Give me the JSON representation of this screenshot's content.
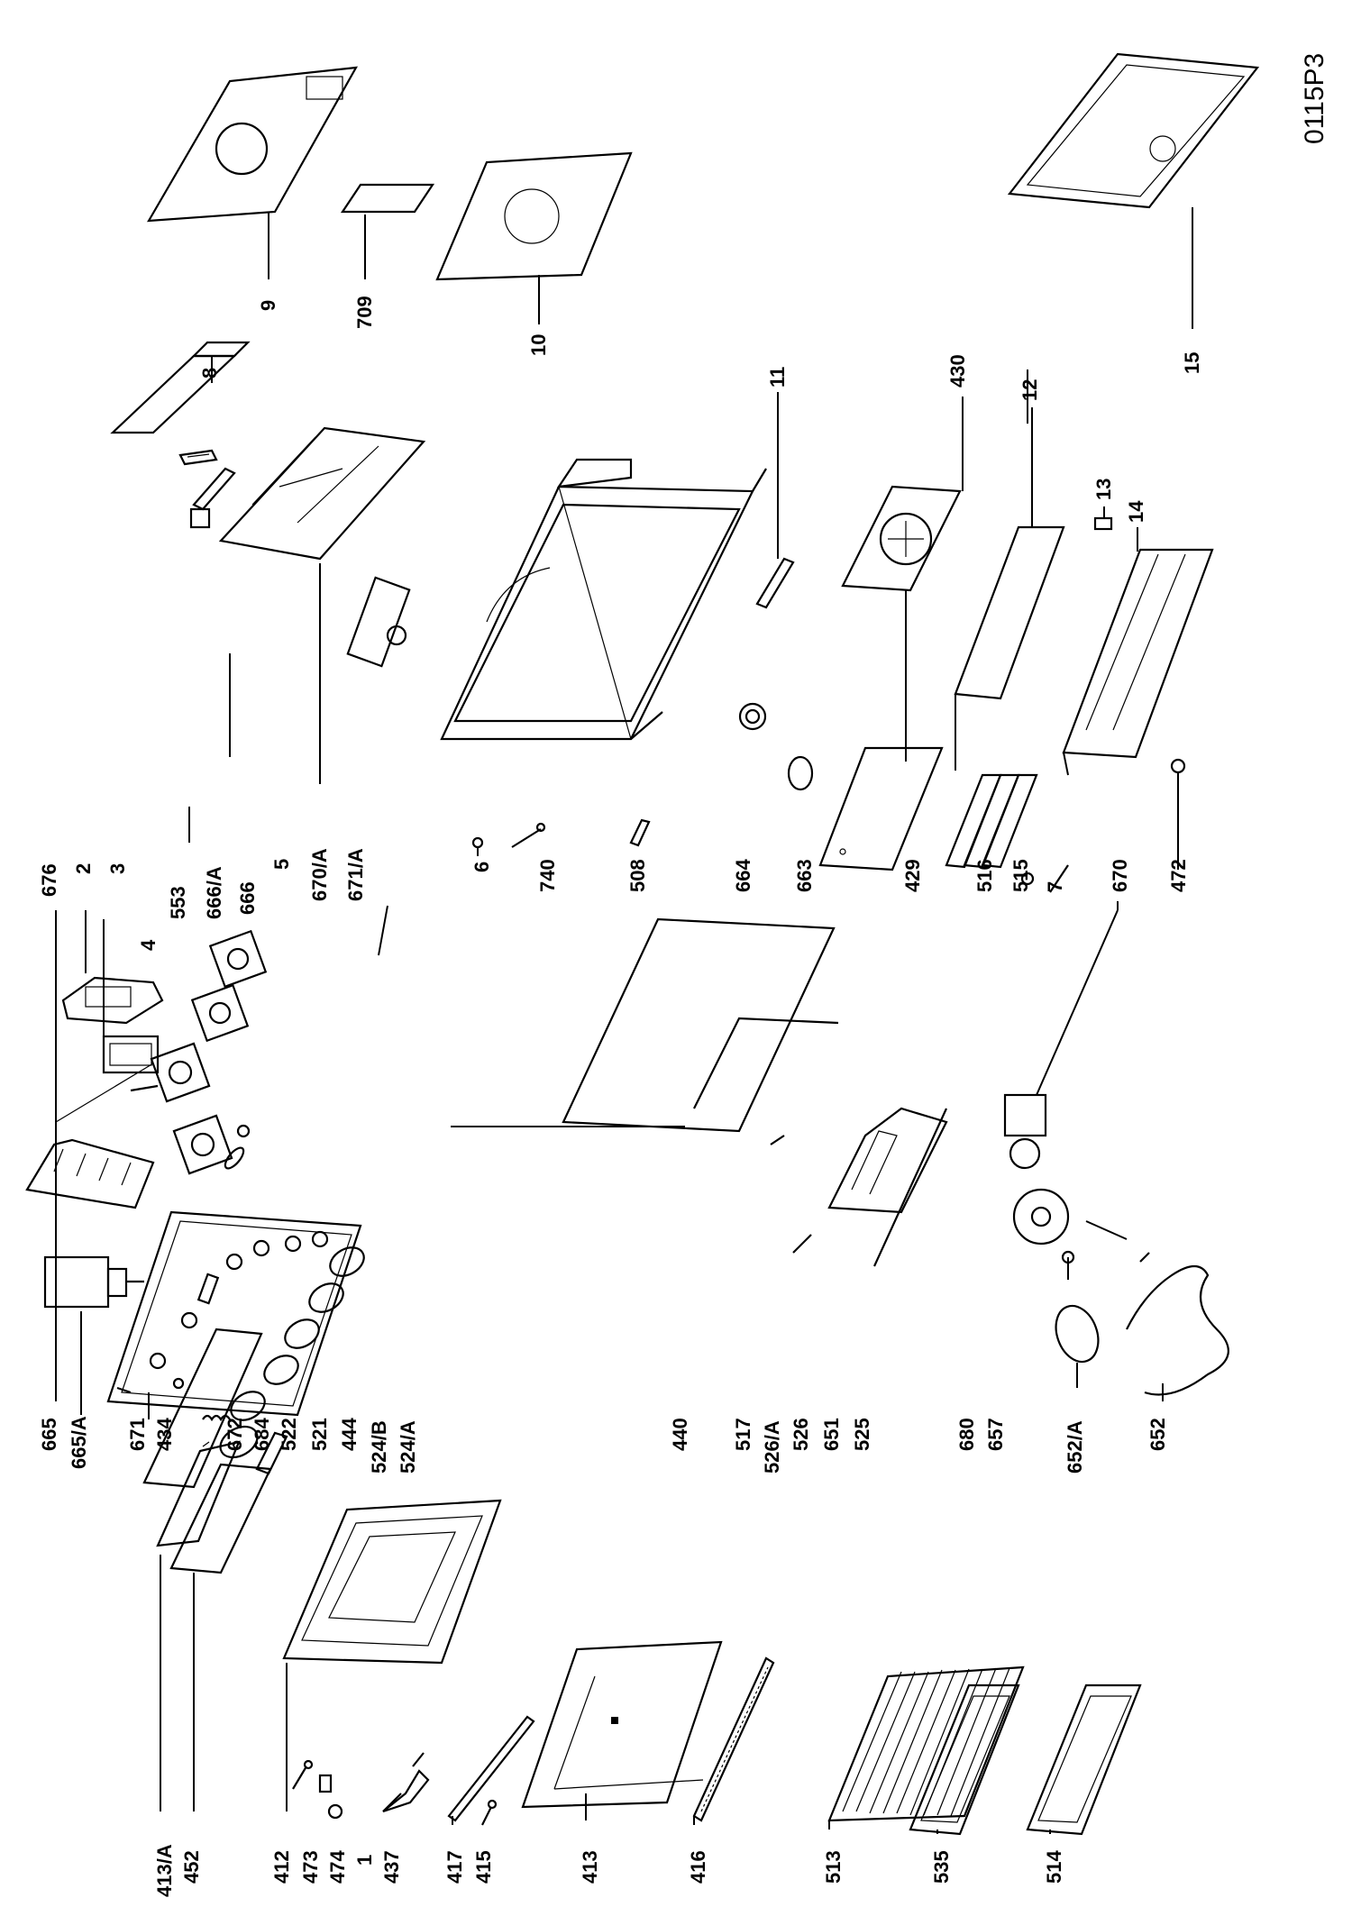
{
  "drawing_code": "0115P3",
  "labels": {
    "413a": "413/A",
    "452": "452",
    "412": "412",
    "473": "473",
    "474": "474",
    "1": "1",
    "437": "437",
    "417": "417",
    "415": "415",
    "413": "413",
    "416": "416",
    "513": "513",
    "535": "535",
    "514": "514",
    "665": "665",
    "665a": "665/A",
    "671": "671",
    "434": "434",
    "672": "672",
    "684": "684",
    "522": "522",
    "521": "521",
    "444": "444",
    "524b": "524/B",
    "524a": "524/A",
    "440": "440",
    "517": "517",
    "526a": "526/A",
    "526": "526",
    "651": "651",
    "525": "525",
    "680": "680",
    "657": "657",
    "652a": "652/A",
    "652": "652",
    "676": "676",
    "2": "2",
    "3": "3",
    "4": "4",
    "553": "553",
    "666a": "666/A",
    "666": "666",
    "5": "5",
    "670a": "670/A",
    "671a": "671/A",
    "6": "6",
    "740": "740",
    "508": "508",
    "664": "664",
    "663": "663",
    "429": "429",
    "516": "516",
    "515": "515",
    "7": "7",
    "670": "670",
    "472": "472",
    "8": "8",
    "11": "11",
    "430": "430",
    "12": "12",
    "13": "13",
    "14": "14",
    "9": "9",
    "709": "709",
    "10": "10",
    "15": "15"
  }
}
